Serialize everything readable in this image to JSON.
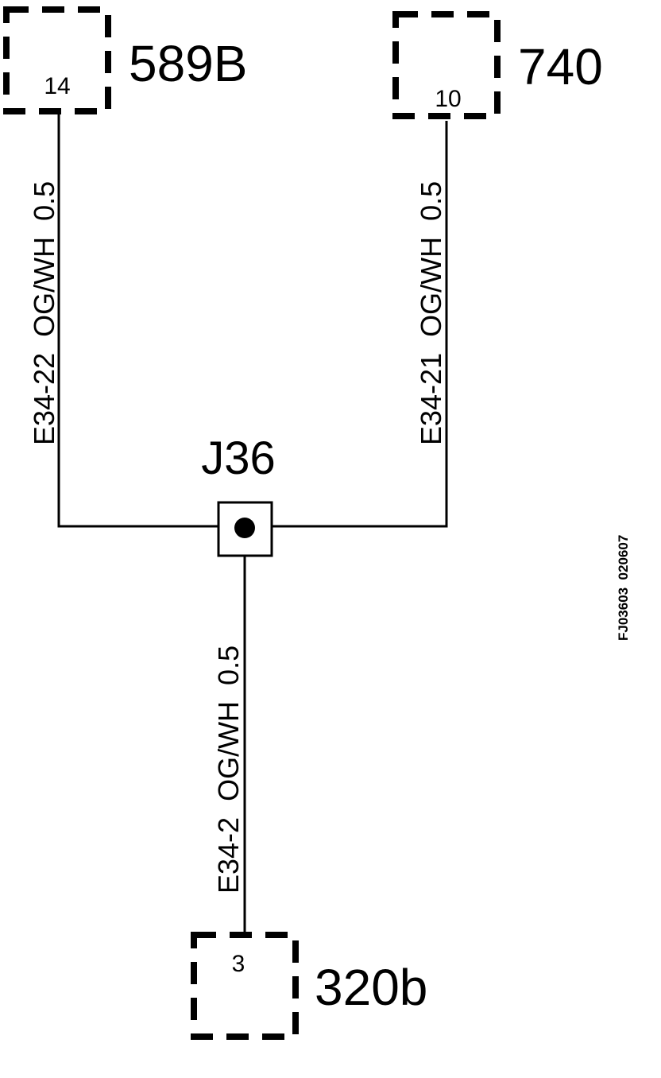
{
  "connectors": {
    "c589b": {
      "id": "589B",
      "pin": "14"
    },
    "c740": {
      "id": "740",
      "pin": "10"
    },
    "c320b": {
      "id": "320b",
      "pin": "3"
    }
  },
  "junction": {
    "id": "J36"
  },
  "wires": {
    "w_left": {
      "label": "E34-22  OG/WH  0.5"
    },
    "w_right": {
      "label": "E34-21  OG/WH  0.5"
    },
    "w_bottom": {
      "label": "E34-2  OG/WH  0.5"
    }
  },
  "drawing_code": "FJ03603  020607",
  "colors": {
    "line": "#000000",
    "background": "#ffffff"
  }
}
